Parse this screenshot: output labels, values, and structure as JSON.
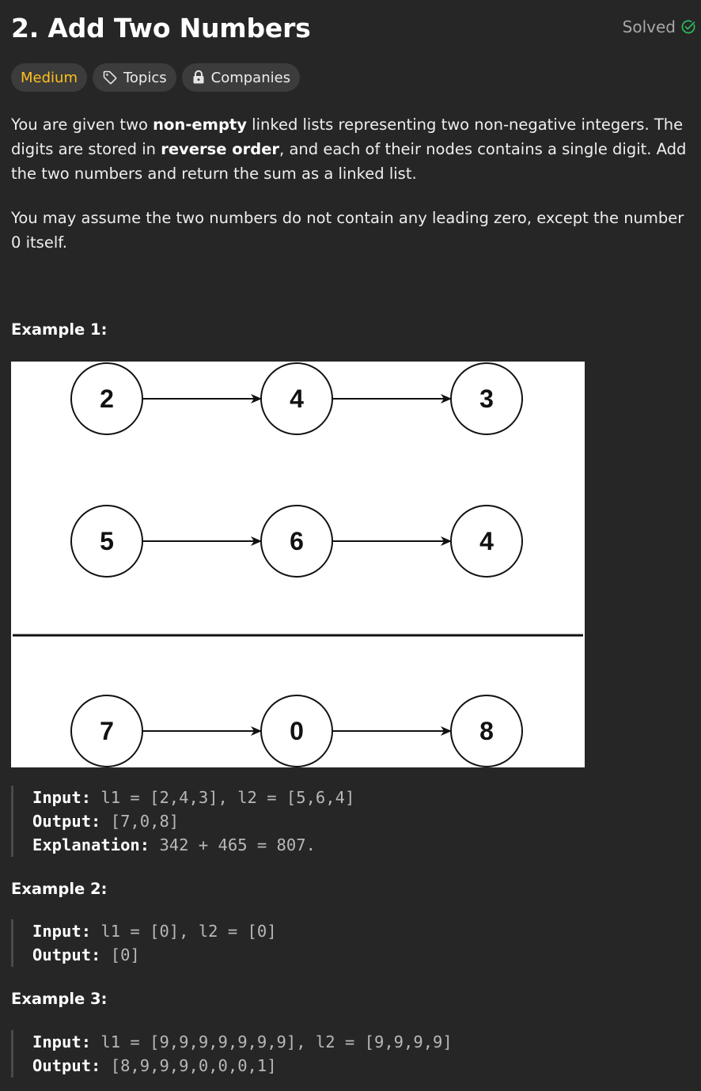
{
  "problem": {
    "title": "2. Add Two Numbers",
    "status": "Solved",
    "tags": {
      "difficulty": "Medium",
      "topics": "Topics",
      "companies": "Companies"
    },
    "description": {
      "p1_a": "You are given two ",
      "p1_b": "non-empty",
      "p1_c": " linked lists representing two non-negative integers. The digits are stored in ",
      "p1_d": "reverse order",
      "p1_e": ", and each of their nodes contains a single digit. Add the two numbers and return the sum as a linked list.",
      "p2": "You may assume the two numbers do not contain any leading zero, except the number 0 itself."
    }
  },
  "examples": [
    {
      "title": "Example 1:",
      "input_label": "Input:",
      "input": " l1 = [2,4,3], l2 = [5,6,4]",
      "output_label": "Output:",
      "output": " [7,0,8]",
      "explanation_label": "Explanation:",
      "explanation": " 342 + 465 = 807."
    },
    {
      "title": "Example 2:",
      "input_label": "Input:",
      "input": " l1 = [0], l2 = [0]",
      "output_label": "Output:",
      "output": " [0]"
    },
    {
      "title": "Example 3:",
      "input_label": "Input:",
      "input": " l1 = [9,9,9,9,9,9,9], l2 = [9,9,9,9]",
      "output_label": "Output:",
      "output": " [8,9,9,9,0,0,0,1]"
    }
  ],
  "diagram": {
    "row1": [
      "2",
      "4",
      "3"
    ],
    "row2": [
      "5",
      "6",
      "4"
    ],
    "row3": [
      "7",
      "0",
      "8"
    ]
  },
  "colors": {
    "background": "#262626",
    "difficulty_medium": "#ffc01e",
    "solved_check": "#2cbb5d"
  },
  "icons": {
    "solved": "check-circle-icon",
    "topics": "tag-icon",
    "companies": "lock-icon"
  }
}
